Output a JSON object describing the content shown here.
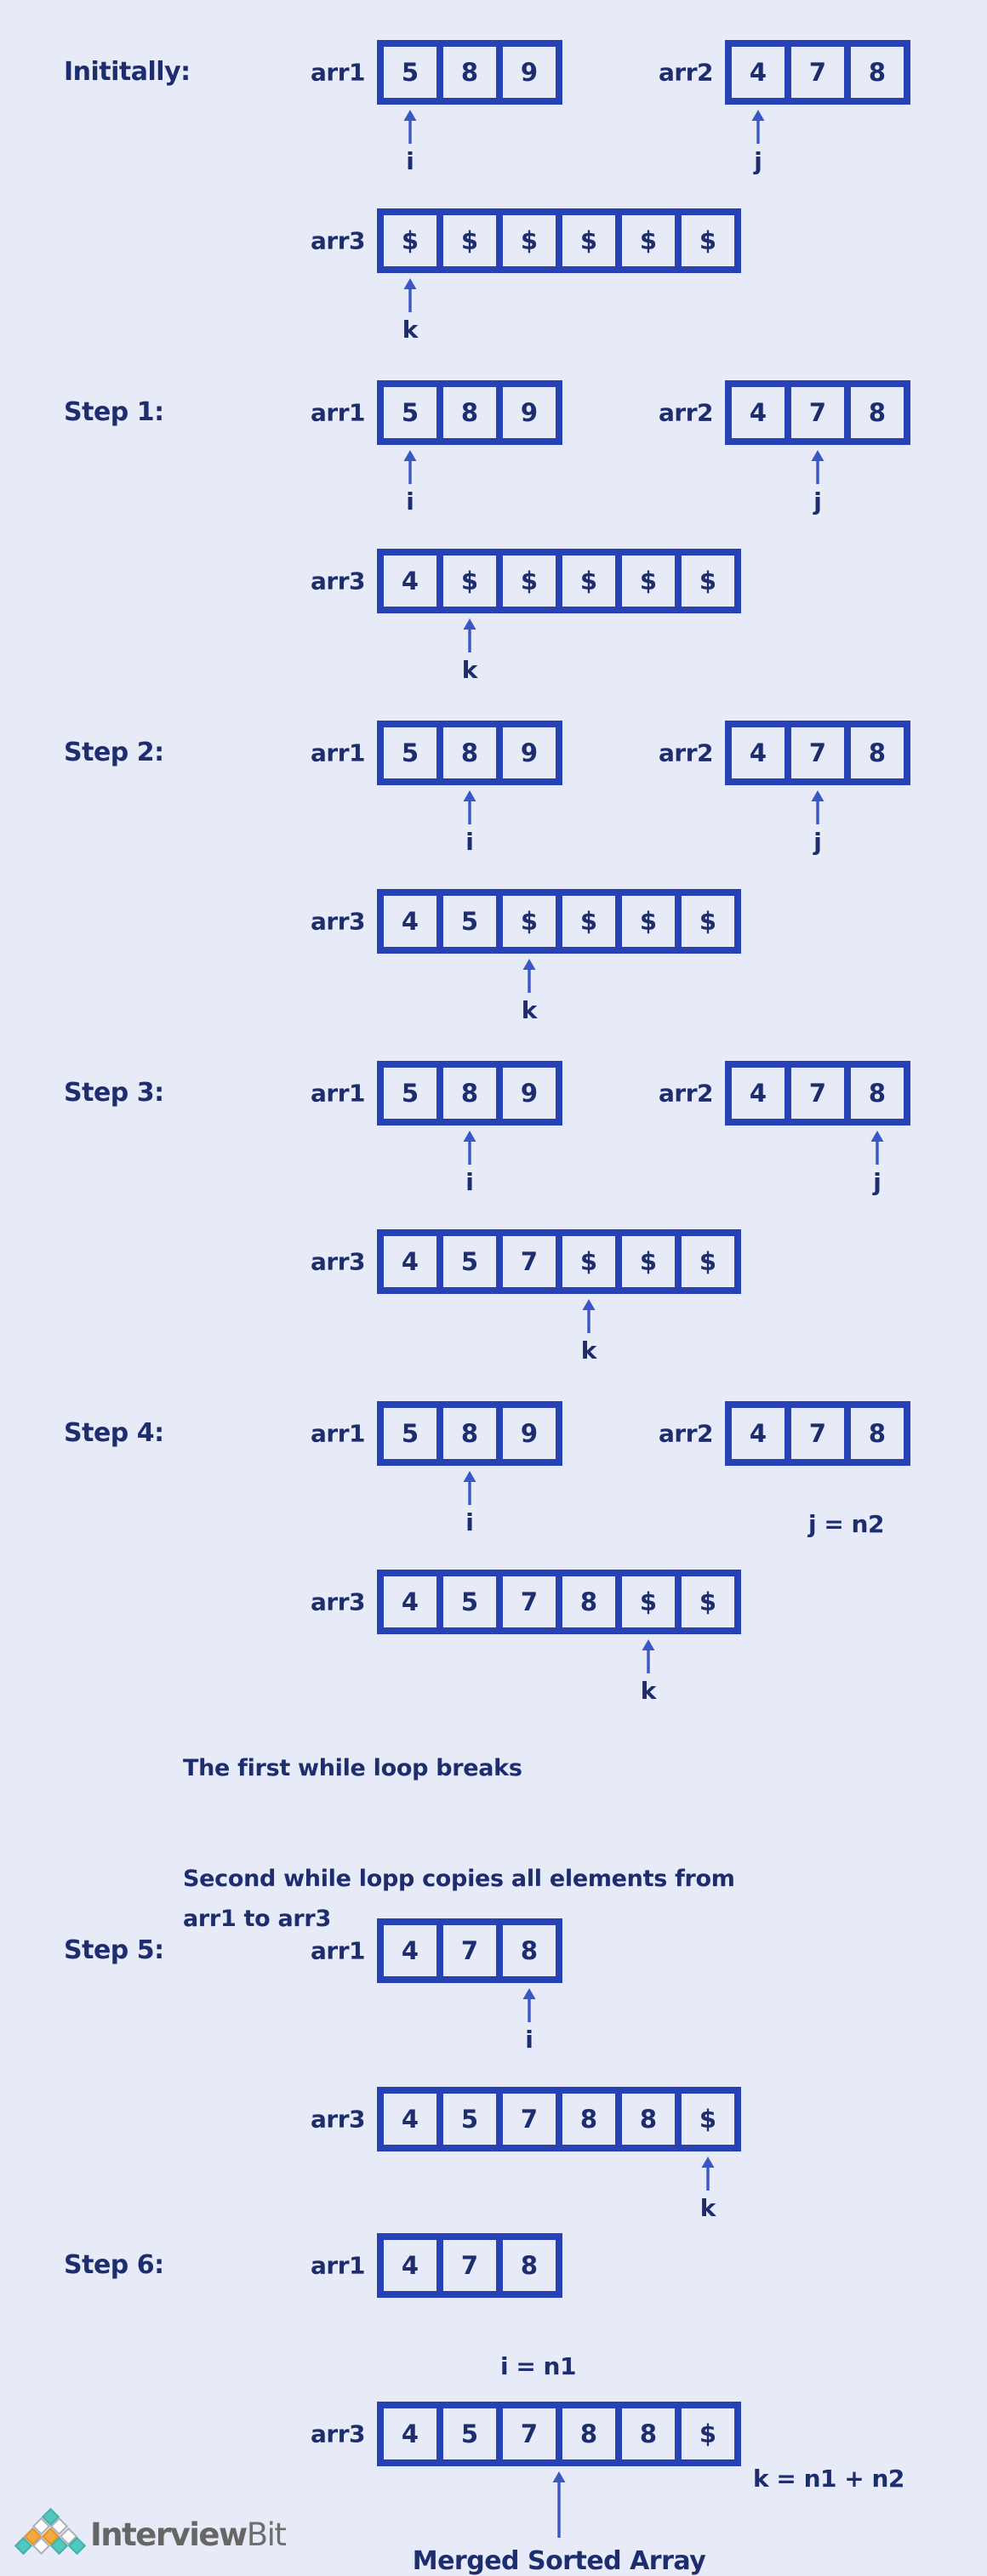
{
  "colors": {
    "background": "#e7ebf7",
    "box_border": "#2742b4",
    "text_navy": "#1d2d6e",
    "arrow_blue": "#3a57c4",
    "logo_text": "#666666",
    "logo_teal": "#4fc8c0",
    "logo_orange": "#f4a93f",
    "logo_white": "#fdfdfd"
  },
  "sections": [
    {
      "type": "step",
      "label": "Inititally:",
      "arr1": {
        "name": "arr1",
        "values": [
          "5",
          "8",
          "9"
        ],
        "pointer": {
          "index": 0,
          "label": "i"
        }
      },
      "arr2": {
        "name": "arr2",
        "values": [
          "4",
          "7",
          "8"
        ],
        "pointer": {
          "index": 0,
          "label": "j"
        }
      },
      "arr3": {
        "name": "arr3",
        "values": [
          "$",
          "$",
          "$",
          "$",
          "$",
          "$"
        ],
        "pointer": {
          "index": 0,
          "label": "k"
        }
      }
    },
    {
      "type": "step",
      "label": "Step 1:",
      "arr1": {
        "name": "arr1",
        "values": [
          "5",
          "8",
          "9"
        ],
        "pointer": {
          "index": 0,
          "label": "i"
        }
      },
      "arr2": {
        "name": "arr2",
        "values": [
          "4",
          "7",
          "8"
        ],
        "pointer": {
          "index": 1,
          "label": "j"
        }
      },
      "arr3": {
        "name": "arr3",
        "values": [
          "4",
          "$",
          "$",
          "$",
          "$",
          "$"
        ],
        "pointer": {
          "index": 1,
          "label": "k"
        }
      }
    },
    {
      "type": "step",
      "label": "Step 2:",
      "arr1": {
        "name": "arr1",
        "values": [
          "5",
          "8",
          "9"
        ],
        "pointer": {
          "index": 1,
          "label": "i"
        }
      },
      "arr2": {
        "name": "arr2",
        "values": [
          "4",
          "7",
          "8"
        ],
        "pointer": {
          "index": 1,
          "label": "j"
        }
      },
      "arr3": {
        "name": "arr3",
        "values": [
          "4",
          "5",
          "$",
          "$",
          "$",
          "$"
        ],
        "pointer": {
          "index": 2,
          "label": "k"
        }
      }
    },
    {
      "type": "step",
      "label": "Step 3:",
      "arr1": {
        "name": "arr1",
        "values": [
          "5",
          "8",
          "9"
        ],
        "pointer": {
          "index": 1,
          "label": "i"
        }
      },
      "arr2": {
        "name": "arr2",
        "values": [
          "4",
          "7",
          "8"
        ],
        "pointer": {
          "index": 2,
          "label": "j"
        }
      },
      "arr3": {
        "name": "arr3",
        "values": [
          "4",
          "5",
          "7",
          "$",
          "$",
          "$"
        ],
        "pointer": {
          "index": 3,
          "label": "k"
        }
      }
    },
    {
      "type": "step",
      "label": "Step 4:",
      "arr1": {
        "name": "arr1",
        "values": [
          "5",
          "8",
          "9"
        ],
        "pointer": {
          "index": 1,
          "label": "i"
        }
      },
      "arr2": {
        "name": "arr2",
        "values": [
          "4",
          "7",
          "8"
        ],
        "pointer": null
      },
      "arr2_note": "j = n2",
      "arr3": {
        "name": "arr3",
        "values": [
          "4",
          "5",
          "7",
          "8",
          "$",
          "$"
        ],
        "pointer": {
          "index": 4,
          "label": "k"
        }
      }
    },
    {
      "type": "text",
      "paragraphs": [
        [
          "The first while loop breaks"
        ],
        [
          "Second while lopp copies all elements from",
          "arr1 to arr3"
        ]
      ]
    },
    {
      "type": "step",
      "label": "Step 5:",
      "arr1": {
        "name": "arr1",
        "values": [
          "4",
          "7",
          "8"
        ],
        "pointer": {
          "index": 2,
          "label": "i"
        }
      },
      "arr2": null,
      "arr3": {
        "name": "arr3",
        "values": [
          "4",
          "5",
          "7",
          "8",
          "8",
          "$"
        ],
        "pointer": {
          "index": 5,
          "label": "k"
        }
      }
    },
    {
      "type": "step",
      "label": "Step 6:",
      "arr1": {
        "name": "arr1",
        "values": [
          "4",
          "7",
          "8"
        ],
        "pointer": null
      },
      "arr1_note": "i = n1",
      "arr2": null,
      "arr3": {
        "name": "arr3",
        "values": [
          "4",
          "5",
          "7",
          "8",
          "8",
          "$"
        ],
        "pointer": {
          "index": 3,
          "edge": true,
          "long": true,
          "label": "",
          "caption": "Merged Sorted Array"
        }
      },
      "arr3_note": "k = n1 + n2"
    }
  ],
  "logo": {
    "text_bold": "Interview",
    "text_light": "Bit",
    "pyramid": [
      [
        "teal"
      ],
      [
        "white",
        "white"
      ],
      [
        "orange",
        "orange",
        "white"
      ],
      [
        "teal",
        "white",
        "teal",
        "teal"
      ]
    ]
  }
}
